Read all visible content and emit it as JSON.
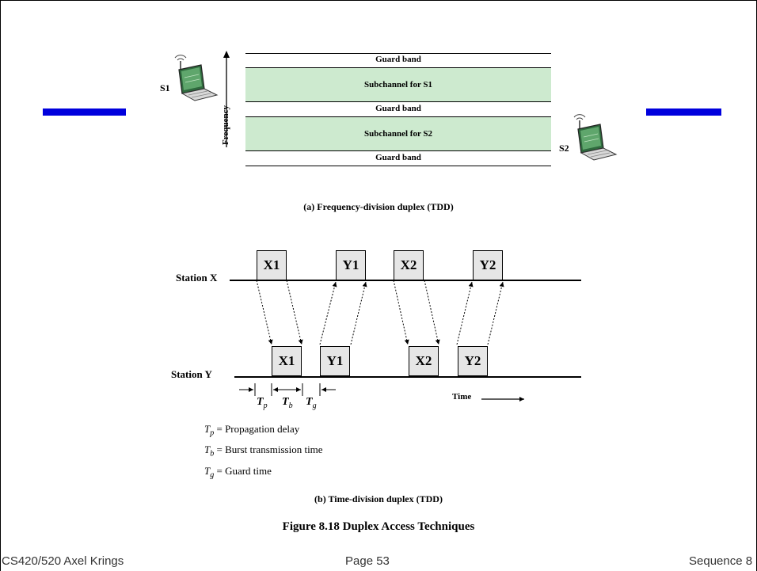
{
  "freq": {
    "guard_label": "Guard band",
    "sub1_label": "Subchannel for S1",
    "sub2_label": "Subchannel for S2",
    "axis_label": "Frequency",
    "s1_label": "S1",
    "s2_label": "S2",
    "caption": "(a) Frequency-division duplex (TDD)"
  },
  "time": {
    "station_x": "Station X",
    "station_y": "Station Y",
    "boxes_x": [
      "X1",
      "Y1",
      "X2",
      "Y2"
    ],
    "boxes_y": [
      "X1",
      "Y1",
      "X2",
      "Y2"
    ],
    "time_label": "Time",
    "tp_sym": "p",
    "tb_sym": "b",
    "tg_sym": "g",
    "T": "T",
    "tp_desc": "= Propagation delay",
    "tb_desc": "= Burst transmission time",
    "tg_desc": "= Guard time",
    "caption": "(b) Time-division duplex (TDD)"
  },
  "figure_caption": "Figure 8.18  Duplex Access Techniques",
  "footer": {
    "left": "CS420/520 Axel Krings",
    "center": "Page 53",
    "right": "Sequence 8"
  },
  "colors": {
    "subchannel": "#cdeacf",
    "bar": "#0000dd",
    "box": "#e6e6e6"
  },
  "icons": [
    "laptop-wireless-icon"
  ]
}
